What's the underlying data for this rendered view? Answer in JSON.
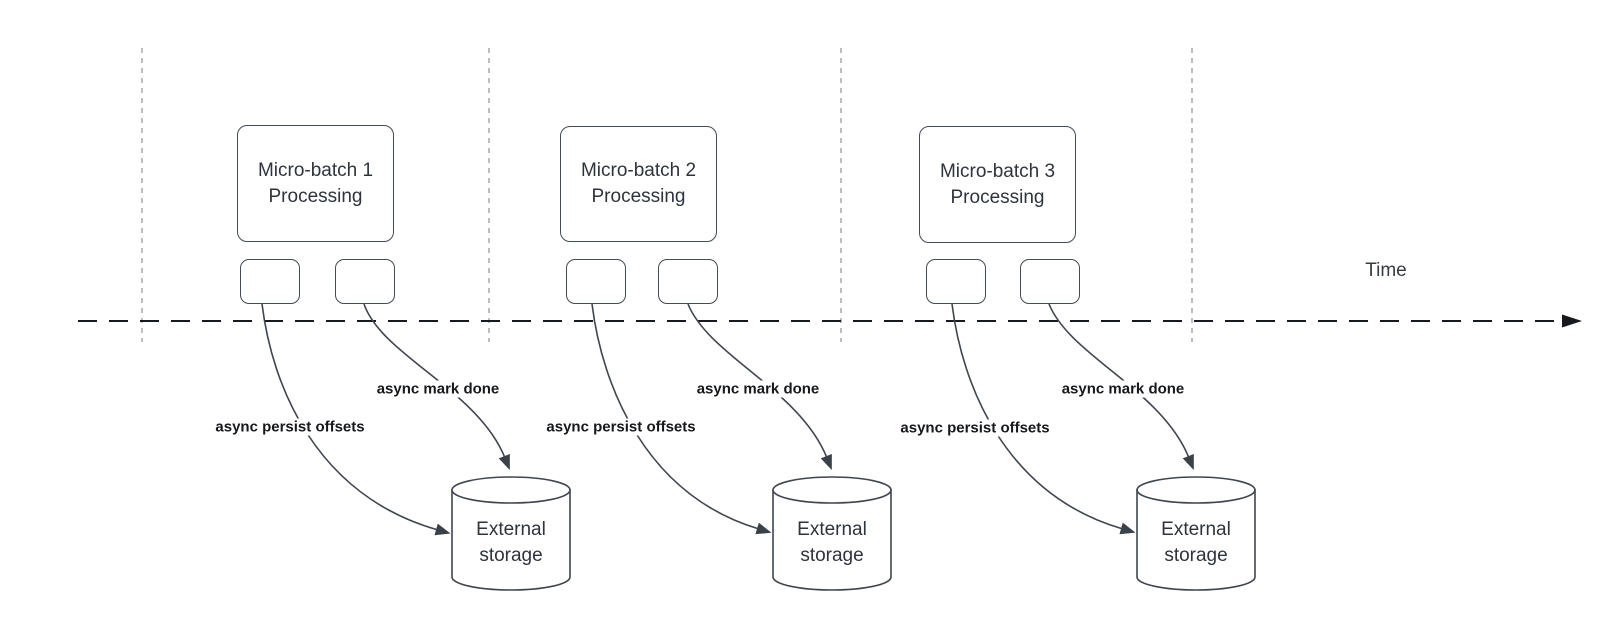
{
  "diagram": {
    "time_label": "Time",
    "groups": [
      {
        "title": "Micro-batch 1",
        "subtitle": "Processing",
        "persist_label": "async persist offsets",
        "done_label": "async mark done",
        "storage_label": "External storage"
      },
      {
        "title": "Micro-batch 2",
        "subtitle": "Processing",
        "persist_label": "async persist offsets",
        "done_label": "async mark done",
        "storage_label": "External storage"
      },
      {
        "title": "Micro-batch 3",
        "subtitle": "Processing",
        "persist_label": "async persist offsets",
        "done_label": "async mark done",
        "storage_label": "External storage"
      }
    ],
    "colors": {
      "background": "#ffffff",
      "shape_stroke": "#3f4650",
      "timeline_stroke": "#16191e",
      "gridline_stroke": "#a5a8ac",
      "bold_label_text": "#15181c",
      "box_text": "#2e343d"
    }
  }
}
